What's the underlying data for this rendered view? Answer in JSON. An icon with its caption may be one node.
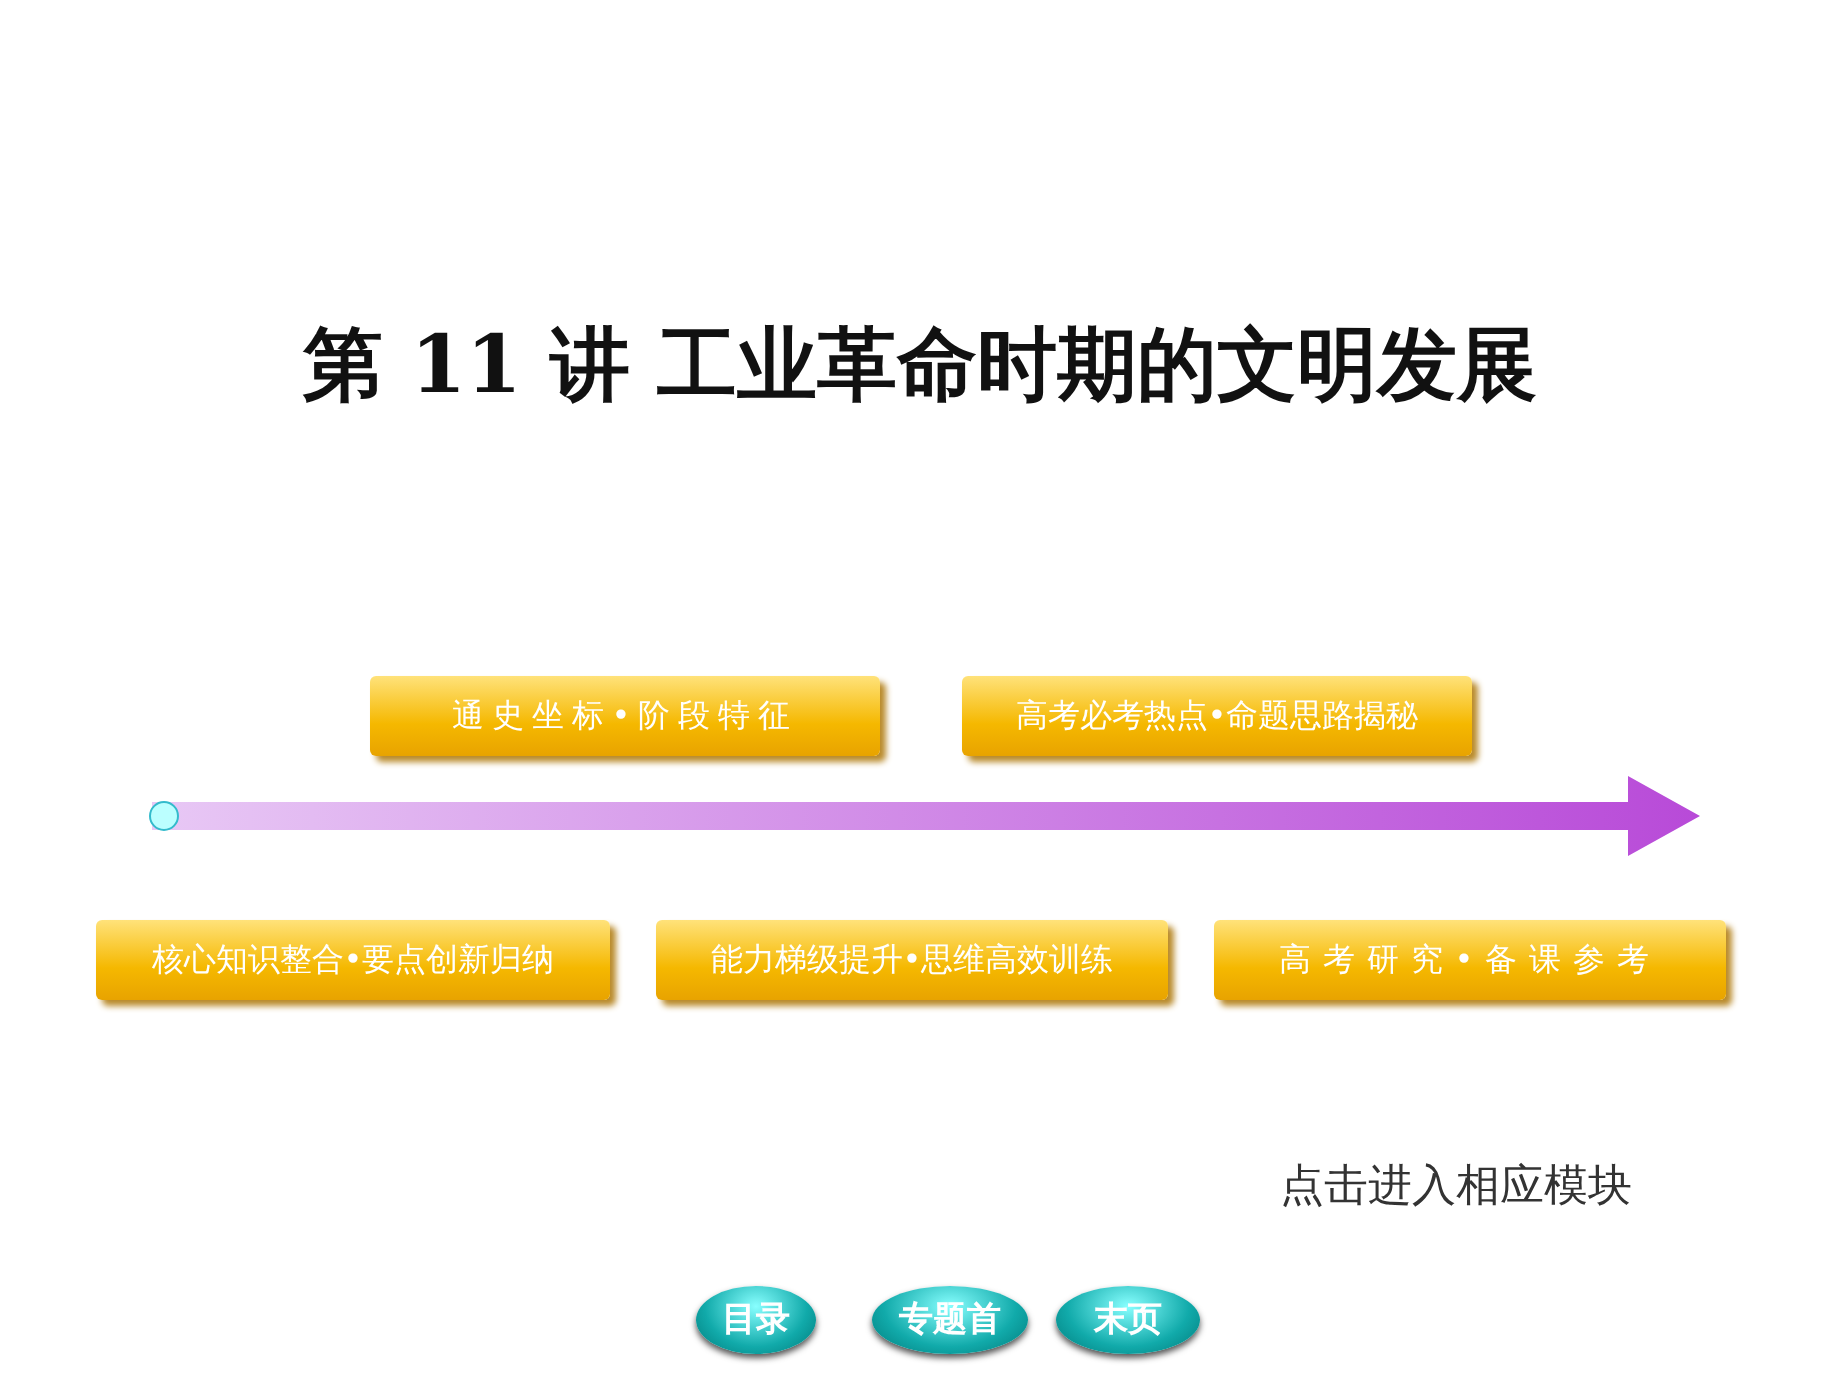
{
  "diagram": {
    "title": "第 11 讲 工业革命时期的文明发展",
    "nodes": [
      {
        "text": [
          "通史坐标•阶段特征"
        ]
      },
      {
        "text": [
          "高考必考热点•命题思路揭秘"
        ]
      },
      {
        "text": [
          "核心知识整合•要点创新归纳"
        ]
      },
      {
        "text": [
          "能力梯级提升•思维高效训练"
        ]
      },
      {
        "text": [
          "高考研究•备课参考"
        ]
      },
      {
        "text": [
          "目录"
        ]
      },
      {
        "text": [
          "专题首"
        ]
      },
      {
        "text": [
          "末页"
        ]
      }
    ],
    "edges": [],
    "labels": [
      "点击进入相应模块"
    ]
  }
}
